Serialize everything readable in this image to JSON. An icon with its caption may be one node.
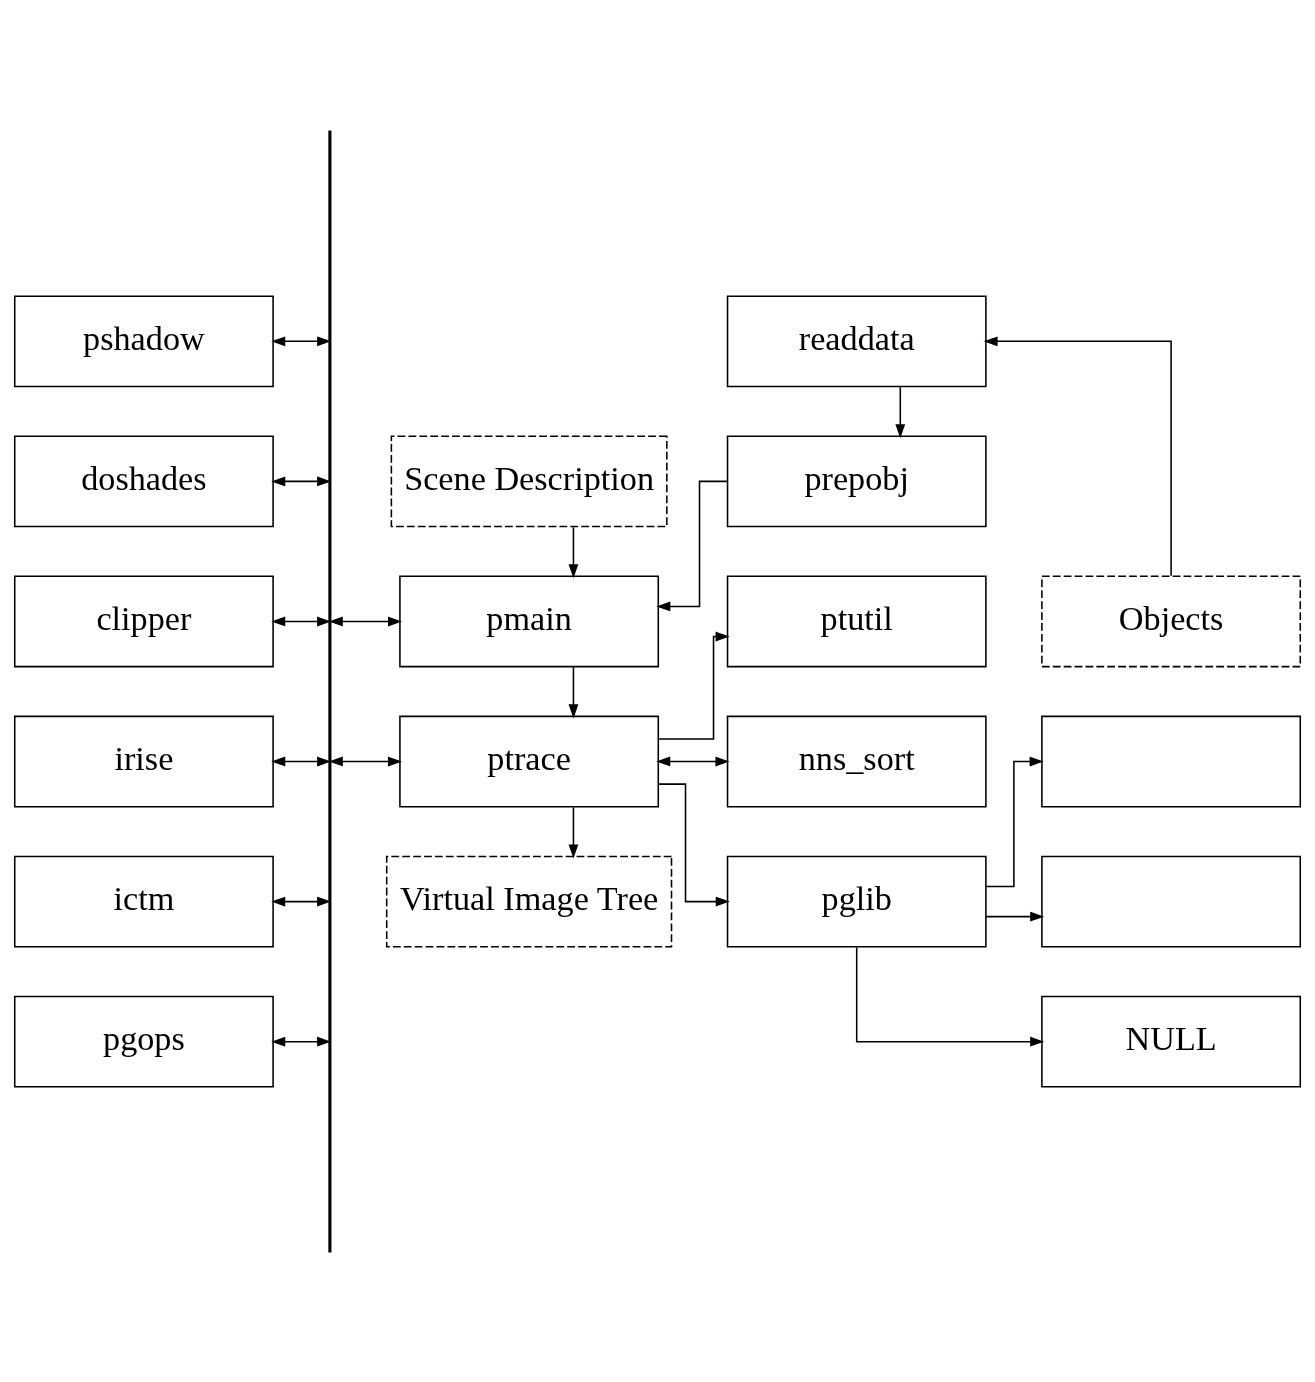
{
  "diagram": {
    "nodes": [
      {
        "text": [
          "Scene Description"
        ]
      },
      {
        "text": [
          "readdata"
        ]
      },
      {
        "text": [
          "Objects"
        ]
      },
      {
        "text": [
          "pshadow"
        ]
      },
      {
        "text": [
          "pmain"
        ]
      },
      {
        "text": [
          "prepobj"
        ]
      },
      {
        "text": [
          "doshades"
        ]
      },
      {
        "text": [
          "ptutil"
        ]
      },
      {
        "text": [
          "clipper"
        ]
      },
      {
        "text": [
          "ptrace"
        ]
      },
      {
        "text": [
          "nns_sort"
        ]
      },
      {
        "text": [
          "irise"
        ]
      },
      {
        "text": [
          "Virtual Image Tree"
        ]
      },
      {
        "text": [
          "pglib"
        ]
      },
      {
        "text": [
          "ictm"
        ]
      },
      {
        "text": [
          "pgops"
        ]
      },
      {
        "text": [],
        "shape": "bar"
      },
      {
        "text": [],
        "shape": "box"
      },
      {
        "text": [],
        "shape": "box"
      },
      {
        "text": [
          "NULL"
        ]
      }
    ],
    "edges": [
      {
        "from": 0,
        "to": 4,
        "arrow": "to"
      },
      {
        "from": 2,
        "to": 1,
        "arrow": "to"
      },
      {
        "from": 1,
        "to": 5,
        "arrow": "to"
      },
      {
        "from": 3,
        "to": 16,
        "arrow": "both"
      },
      {
        "from": 16,
        "to": 4,
        "arrow": "both"
      },
      {
        "from": 5,
        "to": 4,
        "arrow": "to"
      },
      {
        "from": 6,
        "to": 16,
        "arrow": "both"
      },
      {
        "from": 4,
        "to": 9,
        "arrow": "to"
      },
      {
        "from": 9,
        "to": 7,
        "arrow": "to"
      },
      {
        "from": 8,
        "to": 16,
        "arrow": "both"
      },
      {
        "from": 16,
        "to": 9,
        "arrow": "both"
      },
      {
        "from": 9,
        "to": 10,
        "arrow": "both"
      },
      {
        "from": 11,
        "to": 16,
        "arrow": "both"
      },
      {
        "from": 9,
        "to": 12,
        "arrow": "to"
      },
      {
        "from": 9,
        "to": 13,
        "arrow": "to"
      },
      {
        "from": 14,
        "to": 16,
        "arrow": "both"
      },
      {
        "from": 15,
        "to": 16,
        "arrow": "both"
      },
      {
        "from": 13,
        "to": 17,
        "arrow": "to"
      },
      {
        "from": 13,
        "to": 18,
        "arrow": "to"
      },
      {
        "from": 13,
        "to": 19,
        "arrow": "to"
      }
    ]
  }
}
